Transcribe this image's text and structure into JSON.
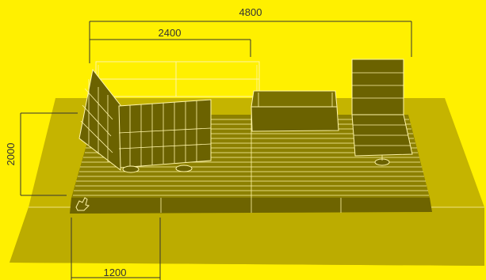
{
  "dimensions": {
    "total_width": "4800",
    "lounger_width": "2400",
    "depth": "2000",
    "module_width": "1200"
  },
  "colors": {
    "background": "#fff000",
    "platform_top": "#c5b400",
    "platform_side": "#b1a300",
    "deck": "#8c8000",
    "furniture": "#6b6200",
    "wireframe": "#fff5a8",
    "dimension_lines": "#333333"
  },
  "icons": {
    "corner_hand": "hand-icon"
  }
}
